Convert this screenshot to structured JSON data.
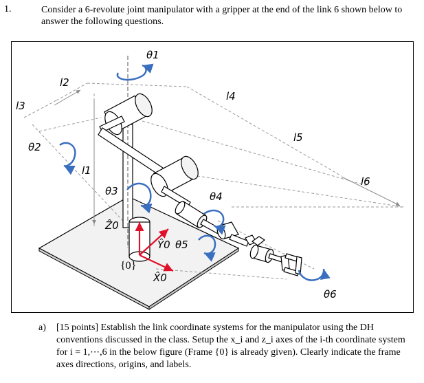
{
  "question": {
    "number": "1.",
    "text": "Consider a 6-revolute joint manipulator with a gripper at the end of the link 6 shown below to answer the following questions."
  },
  "figure": {
    "joint_labels": [
      "θ1",
      "θ2",
      "θ3",
      "θ4",
      "θ5",
      "θ6"
    ],
    "link_labels": [
      "l1",
      "l2",
      "l3",
      "l4",
      "l5",
      "l6"
    ],
    "axis_labels": {
      "z0": "Ẑ0",
      "y0": "Ŷ0",
      "x0": "X̂0"
    },
    "frame_label": "{0}",
    "colors": {
      "joint_arrow": "#3a6fbf",
      "axis": "#e0102a",
      "line": "#000000",
      "dashed": "#9a9a9a"
    }
  },
  "part_a": {
    "tag": "a)",
    "text": "[15 points] Establish the link coordinate systems for the manipulator using the DH conventions discussed in the class. Setup the x_i and z_i axes of the i-th coordinate system for i = 1,⋯,6 in the below figure (Frame {0} is already given). Clearly indicate the frame axes directions, origins, and labels."
  }
}
